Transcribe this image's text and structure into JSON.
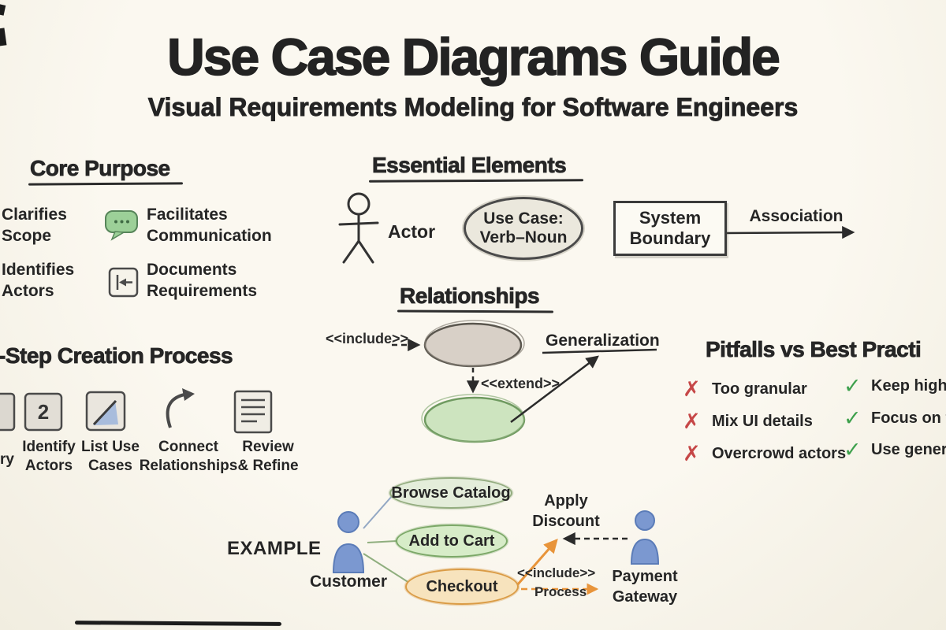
{
  "title": "Use Case Diagrams Guide",
  "subtitle": "Visual Requirements Modeling for Software Engineers",
  "core_purpose": {
    "heading": "Core Purpose",
    "items": [
      {
        "label": "Clarifies\nScope"
      },
      {
        "label": "Facilitates\nCommunication",
        "icon": "speech-bubble-icon"
      },
      {
        "label": "Identifies\nActors"
      },
      {
        "label": "Documents\nRequirements",
        "icon": "document-arrow-icon"
      }
    ]
  },
  "essential_elements": {
    "heading": "Essential Elements",
    "actor_label": "Actor",
    "use_case_label": "Use Case:\nVerb–Noun",
    "system_boundary_label": "System\nBoundary",
    "association_label": "Association"
  },
  "relationships": {
    "heading": "Relationships",
    "include_label": "<<include>>",
    "extend_label": "<<extend>>",
    "generalization_label": "Generalization"
  },
  "creation_process": {
    "heading": "-Step Creation Process",
    "steps": [
      {
        "label": "ry",
        "icon": "cut-off-box-icon"
      },
      {
        "num": "2",
        "label": "Identify\nActors",
        "icon": "numbered-box-icon"
      },
      {
        "label": "List Use\nCases",
        "icon": "pencil-icon"
      },
      {
        "label": "Connect\nRelationships",
        "icon": "curved-arrow-icon"
      },
      {
        "label": "Review\n& Refine",
        "icon": "document-lines-icon"
      }
    ]
  },
  "pitfalls_best": {
    "heading": "Pitfalls vs Best Practi",
    "x_icon": "✗",
    "check_icon": "✓",
    "pitfalls": [
      "Too granular",
      "Mix UI details",
      "Overcrowd actors"
    ],
    "best_practices": [
      "Keep high",
      "Focus on f",
      "Use gener"
    ]
  },
  "example": {
    "heading": "EXAMPLE",
    "customer_label": "Customer",
    "use_cases": [
      "Browse Catalog",
      "Add to Cart",
      "Checkout"
    ],
    "apply_discount_label": "Apply\nDiscount",
    "include_label": "<<include>>",
    "process_label": "Process",
    "payment_gateway_label": "Payment\nGateway"
  },
  "colors": {
    "background": "#f8f5ea",
    "ink": "#2b2b2b",
    "green_fill": "#cde4bf",
    "green_stroke": "#6f9a60",
    "orange": "#e8943a",
    "red_x": "#c64747",
    "green_check": "#3da04c",
    "blue_actor": "#7b98d0"
  }
}
